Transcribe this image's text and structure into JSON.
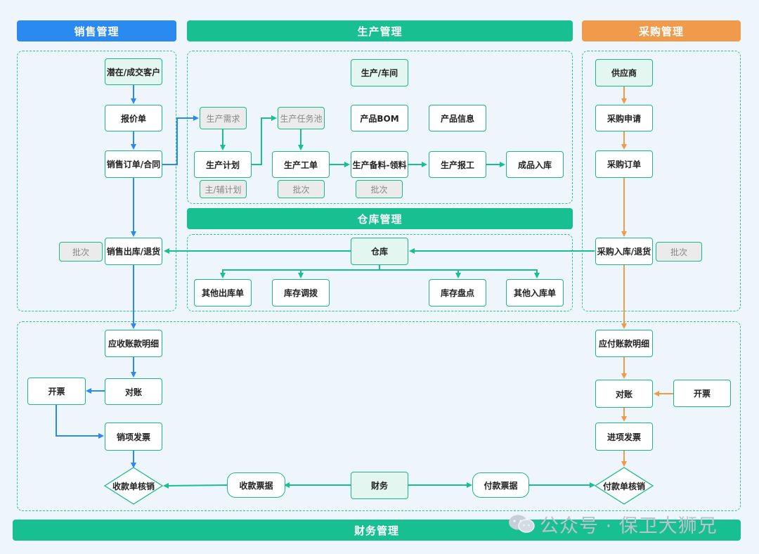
{
  "headers": {
    "sales": "销售管理",
    "production": "生产管理",
    "purchase": "采购管理",
    "warehouse": "仓库管理",
    "finance": "财务管理"
  },
  "sales": {
    "customers": "潜在/成交客户",
    "quote": "报价单",
    "order": "销售订单/合同",
    "outbound": "销售出库/退货",
    "batch": "批次"
  },
  "production": {
    "workshop": "生产/车间",
    "demand": "生产需求",
    "task_pool": "生产任务池",
    "bom": "产品BOM",
    "product_info": "产品信息",
    "plan": "生产计划",
    "work_order": "生产工单",
    "prep_pick": "生产备料-领料",
    "report": "生产报工",
    "finished_in": "成品入库",
    "main_sub_plan": "主/辅计划",
    "batch1": "批次",
    "batch2": "批次"
  },
  "purchase": {
    "supplier": "供应商",
    "request": "采购申请",
    "order": "采购订单",
    "inbound": "采购入库/退货",
    "batch": "批次"
  },
  "warehouse": {
    "warehouse": "仓库",
    "other_out": "其他出库单",
    "transfer": "库存调拨",
    "stocktake": "库存盘点",
    "other_in": "其他入库单"
  },
  "finance": {
    "ar_detail": "应收账款明细",
    "ar_reconcile": "对账",
    "ar_invoice_issue": "开票",
    "sales_invoice": "销项发票",
    "receipt_writeoff": "收款单核销",
    "receipt_doc": "收款票据",
    "finance": "财务",
    "payment_doc": "付款票据",
    "payment_writeoff": "付款单核销",
    "ap_detail": "应付账款明细",
    "ap_reconcile": "对账",
    "ap_invoice": "开票",
    "purchase_invoice": "进项发票"
  },
  "watermark": "公众号 · 保卫大狮兄",
  "colors": {
    "blue": "#2a8af0",
    "green": "#17bf91",
    "orange": "#ef9b4b",
    "background": "#eef5fb"
  }
}
